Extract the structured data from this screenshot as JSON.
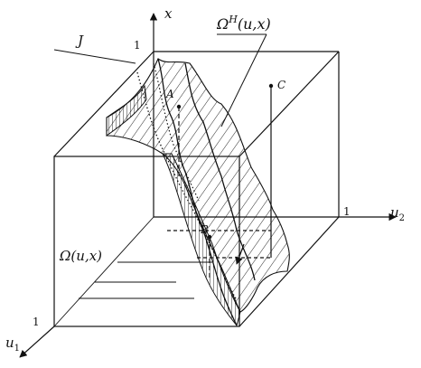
{
  "labels": {
    "axis_x": "x",
    "axis_u1": "u",
    "axis_u1_sub": "1",
    "axis_u2": "u",
    "axis_u2_sub": "2",
    "tick_x": "1",
    "tick_u1": "1",
    "tick_u2": "1",
    "curve_J": "J",
    "surface_omega_h": "Ω",
    "surface_omega_h_sup": "H",
    "surface_omega_h_args": "(u,x)",
    "region_omega": "Ω(u,x)",
    "point_A": "A",
    "point_B": "B",
    "point_C": "C"
  },
  "colors": {
    "ink": "#111111",
    "background": "#ffffff"
  }
}
